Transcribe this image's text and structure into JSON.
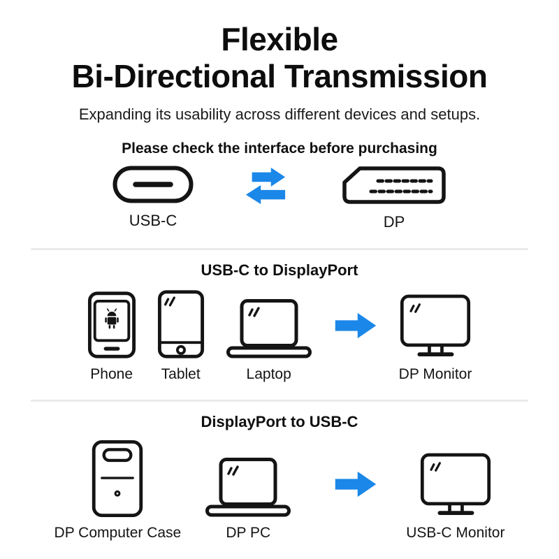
{
  "page": {
    "title_line1": "Flexible",
    "title_line2": "Bi-Directional Transmission",
    "subtitle": "Expanding its usability across different devices and setups.",
    "colors": {
      "accent_blue": "#1B87E8",
      "icon_stroke": "#141414",
      "divider_gray": "#EAEAEA",
      "background": "#FFFFFF"
    }
  },
  "interface_check": {
    "heading": "Please check the interface before purchasing",
    "usb_c": {
      "icon": "usb-c-connector-icon",
      "label": "USB-C"
    },
    "swap_icon": "swap-arrows-icon",
    "dp": {
      "icon": "dp-connector-icon",
      "label": "DP"
    }
  },
  "sections": [
    {
      "heading": "USB-C to DisplayPort",
      "sources": [
        {
          "icon": "phone-icon",
          "label": "Phone"
        },
        {
          "icon": "tablet-icon",
          "label": "Tablet"
        },
        {
          "icon": "laptop-icon",
          "label": "Laptop"
        }
      ],
      "arrow_icon": "right-arrow-icon",
      "target": {
        "icon": "monitor-icon",
        "label": "DP Monitor"
      }
    },
    {
      "heading": "DisplayPort to USB-C",
      "sources": [
        {
          "icon": "computer-tower-icon",
          "label": "DP Computer Case"
        },
        {
          "icon": "laptop-icon",
          "label": "DP PC"
        }
      ],
      "arrow_icon": "right-arrow-icon",
      "target": {
        "icon": "monitor-icon",
        "label": "USB-C Monitor"
      }
    }
  ]
}
